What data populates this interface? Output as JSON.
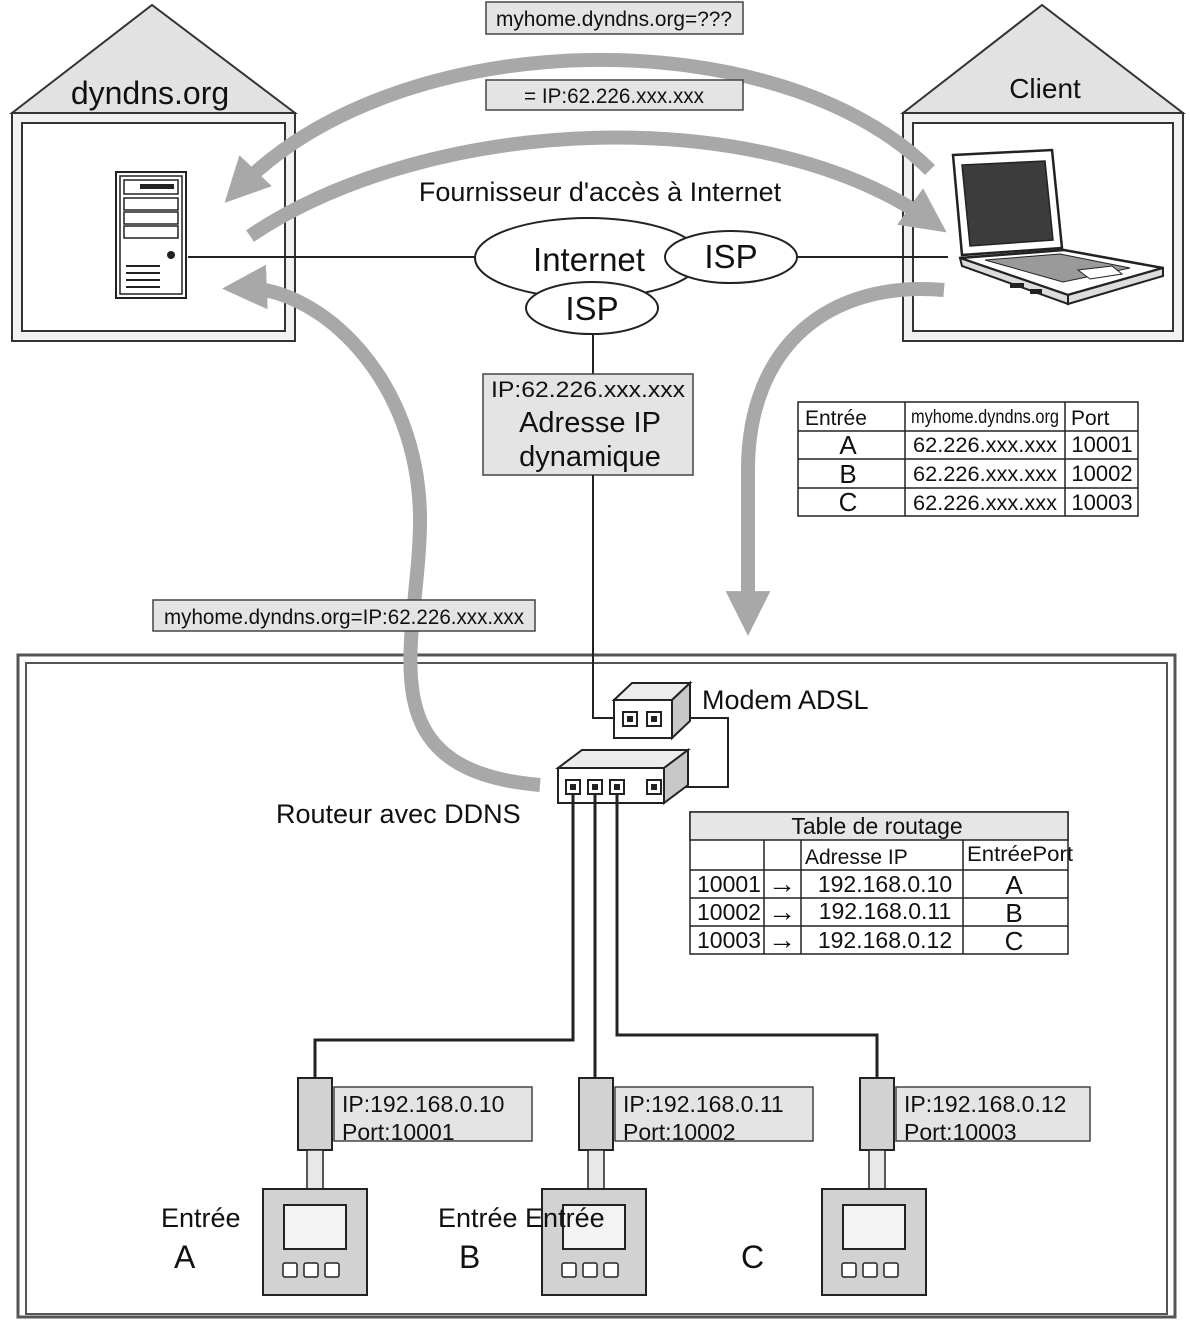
{
  "houses": {
    "dyndns": {
      "label": "dyndns.org"
    },
    "client": {
      "label": "Client"
    }
  },
  "messages": {
    "query": "myhome.dyndns.org=???",
    "reply": "= IP:62.226.xxx.xxx",
    "update": "myhome.dyndns.org=IP:62.226.xxx.xxx"
  },
  "network": {
    "isp_provider": "Fournisseur d'accès à Internet",
    "internet": "Internet",
    "isp_right": "ISP",
    "isp_bottom": "ISP"
  },
  "dynamic_ip": {
    "ip": "IP:62.226.xxx.xxx",
    "line1": "Adresse IP",
    "line2": "dynamique"
  },
  "client_table": {
    "headers": [
      "Entrée",
      "myhome.dyndns.org",
      "Port"
    ],
    "rows": [
      [
        "A",
        "62.226.xxx.xxx",
        "10001"
      ],
      [
        "B",
        "62.226.xxx.xxx",
        "10002"
      ],
      [
        "C",
        "62.226.xxx.xxx",
        "10003"
      ]
    ]
  },
  "home": {
    "modem": "Modem ADSL",
    "router": "Routeur avec DDNS"
  },
  "routing_table": {
    "title": "Table de routage",
    "headers": [
      "",
      "",
      "Adresse IP",
      "EntréePort"
    ],
    "rows": [
      [
        "10001",
        "→",
        "192.168.0.10",
        "A"
      ],
      [
        "10002",
        "→",
        "192.168.0.11",
        "B"
      ],
      [
        "10003",
        "→",
        "192.168.0.12",
        "C"
      ]
    ]
  },
  "devices": [
    {
      "ip": "IP:192.168.0.10",
      "port": "Port:10001"
    },
    {
      "ip": "IP:192.168.0.11",
      "port": "Port:10002"
    },
    {
      "ip": "IP:192.168.0.12",
      "port": "Port:10003"
    }
  ],
  "entries": {
    "a_word": "Entrée",
    "a_letter": "A",
    "b_word": "Entrée Entrée",
    "b_letter": "B",
    "c_letter": "C"
  },
  "colors": {
    "arrow_gray": "#a8a8a8",
    "box_fill": "#e4e4e4",
    "header_fill": "#e6e6e6",
    "device_fill": "#d2d2d2",
    "line": "#222222"
  }
}
